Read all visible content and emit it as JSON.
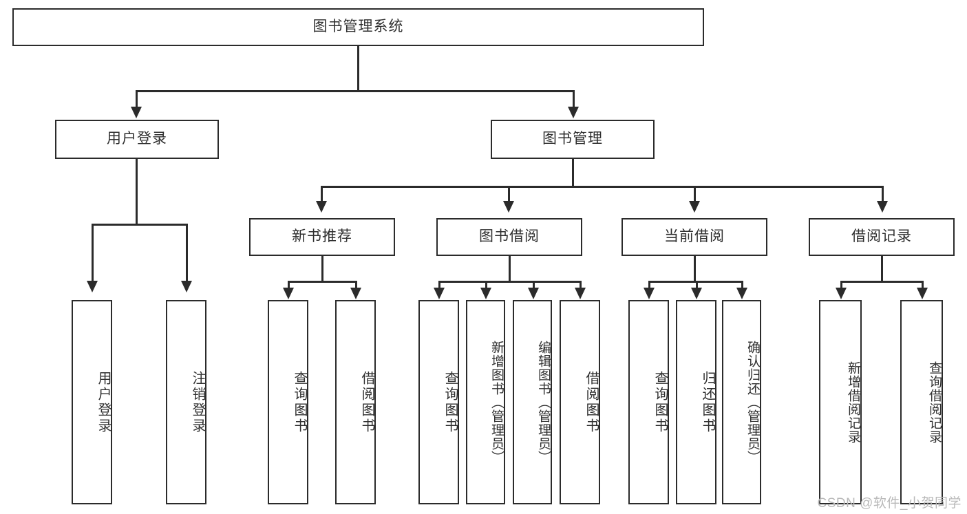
{
  "diagram": {
    "title": "图书管理系统",
    "watermark": "CSDN @软件_小贺同学",
    "root": {
      "label": "图书管理系统"
    },
    "level1": [
      {
        "label": "用户登录"
      },
      {
        "label": "图书管理"
      }
    ],
    "level2": [
      {
        "label": "新书推荐"
      },
      {
        "label": "图书借阅"
      },
      {
        "label": "当前借阅"
      },
      {
        "label": "借阅记录"
      }
    ],
    "leaves": {
      "user_login": [
        {
          "label": "用户登录"
        },
        {
          "label": "注销登录"
        }
      ],
      "new_book_recommend": [
        {
          "label": "查询图书"
        },
        {
          "label": "借阅图书"
        }
      ],
      "book_borrow": [
        {
          "label": "查询图书"
        },
        {
          "label": "新增图书（管理员）"
        },
        {
          "label": "编辑图书（管理员）"
        },
        {
          "label": "借阅图书"
        }
      ],
      "current_borrow": [
        {
          "label": "查询图书"
        },
        {
          "label": "归还图书"
        },
        {
          "label": "确认归还（管理员）"
        }
      ],
      "borrow_record": [
        {
          "label": "新增借阅记录"
        },
        {
          "label": "查询借阅记录"
        }
      ]
    },
    "colors": {
      "stroke": "#2b2b2b",
      "text": "#2f2f2f",
      "background": "#ffffff",
      "watermark": "#b9b9b9"
    }
  }
}
